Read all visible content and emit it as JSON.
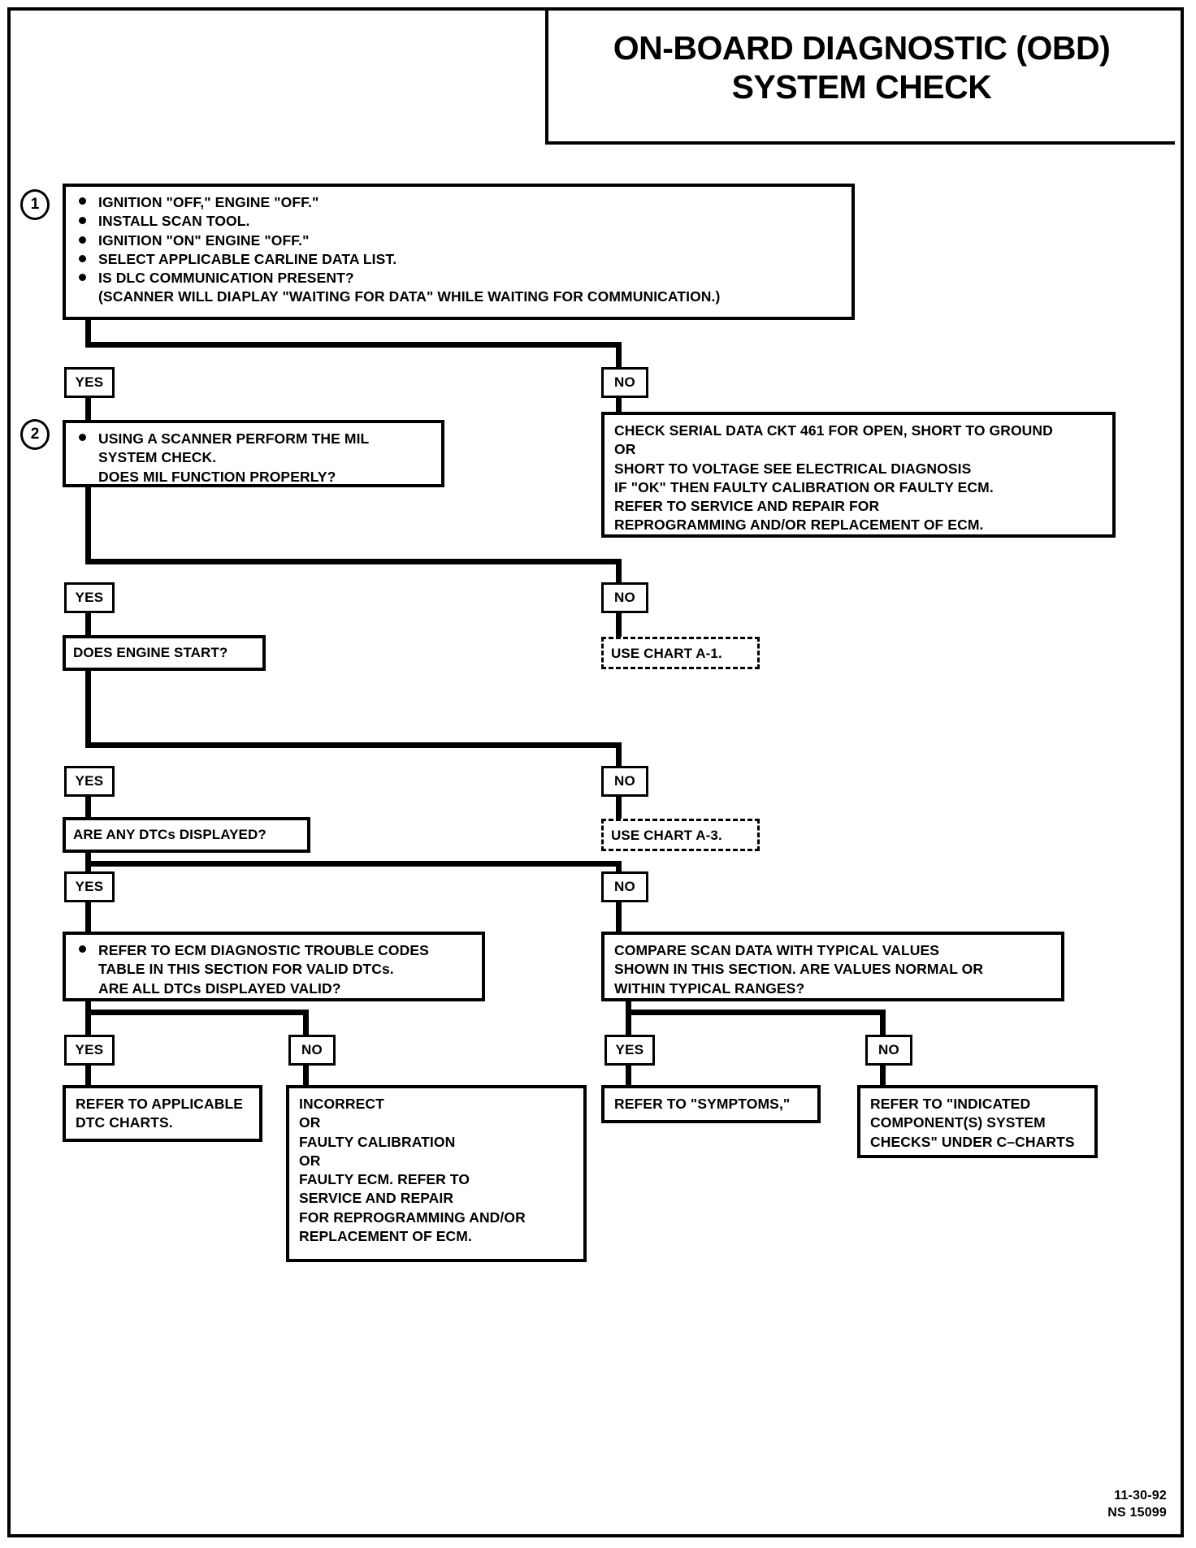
{
  "document": {
    "title_line1": "ON-BOARD DIAGNOSTIC (OBD)",
    "title_line2": "SYSTEM CHECK",
    "footer_date": "11-30-92",
    "footer_code": "NS 15099"
  },
  "colors": {
    "ink": "#000000",
    "paper": "#ffffff"
  },
  "steps": {
    "one_marker": "1",
    "two_marker": "2"
  },
  "labels": {
    "yes": "YES",
    "no": "NO"
  },
  "boxes": {
    "step1": {
      "lines": [
        "IGNITION \"OFF,\" ENGINE \"OFF.\"",
        "INSTALL  SCAN TOOL.",
        "IGNITION \"ON\" ENGINE \"OFF.\"",
        "SELECT APPLICABLE CARLINE DATA LIST.",
        "IS DLC COMMUNICATION PRESENT?",
        "(SCANNER WILL DIAPLAY \"WAITING FOR DATA\" WHILE WAITING FOR COMMUNICATION.)"
      ]
    },
    "serial_data": {
      "lines": [
        "CHECK SERIAL DATA CKT 461 FOR OPEN, SHORT TO GROUND",
        "OR",
        "SHORT TO VOLTAGE SEE ELECTRICAL DIAGNOSIS",
        "IF \"OK\" THEN FAULTY CALIBRATION OR FAULTY ECM.",
        "REFER TO SERVICE AND REPAIR FOR",
        "REPROGRAMMING AND/OR REPLACEMENT OF ECM."
      ]
    },
    "step2": {
      "lines": [
        "USING A  SCANNER PERFORM THE MIL",
        "SYSTEM CHECK.",
        "DOES MIL FUNCTION PROPERLY?"
      ]
    },
    "engine_start": {
      "lines": [
        "DOES ENGINE START?"
      ]
    },
    "chart_a1": {
      "lines": [
        "USE CHART A-1."
      ]
    },
    "dtcs_displayed": {
      "lines": [
        "ARE ANY DTCs DISPLAYED?"
      ]
    },
    "chart_a3": {
      "lines": [
        "USE CHART A-3."
      ]
    },
    "ecm_dtc_table": {
      "lines": [
        "REFER TO ECM DIAGNOSTIC TROUBLE CODES",
        "TABLE IN THIS SECTION FOR VALID DTCs.",
        "ARE ALL DTCs DISPLAYED VALID?"
      ]
    },
    "compare_scan": {
      "lines": [
        "COMPARE  SCAN DATA WITH TYPICAL VALUES",
        "SHOWN IN THIS SECTION.  ARE VALUES NORMAL OR",
        "WITHIN TYPICAL RANGES?"
      ]
    },
    "dtc_charts": {
      "lines": [
        "REFER TO APPLICABLE",
        "DTC CHARTS."
      ]
    },
    "incorrect": {
      "lines": [
        "INCORRECT",
        "OR",
        "FAULTY CALIBRATION",
        "OR",
        "FAULTY ECM.  REFER TO",
        "SERVICE   AND REPAIR",
        "FOR REPROGRAMMING AND/OR",
        "REPLACEMENT OF ECM."
      ]
    },
    "symptoms": {
      "lines": [
        "REFER TO \"SYMPTOMS,\""
      ]
    },
    "indicated_components": {
      "lines": [
        "REFER TO \"INDICATED",
        "COMPONENT(S) SYSTEM",
        "CHECKS\" UNDER  C–CHARTS"
      ]
    }
  }
}
